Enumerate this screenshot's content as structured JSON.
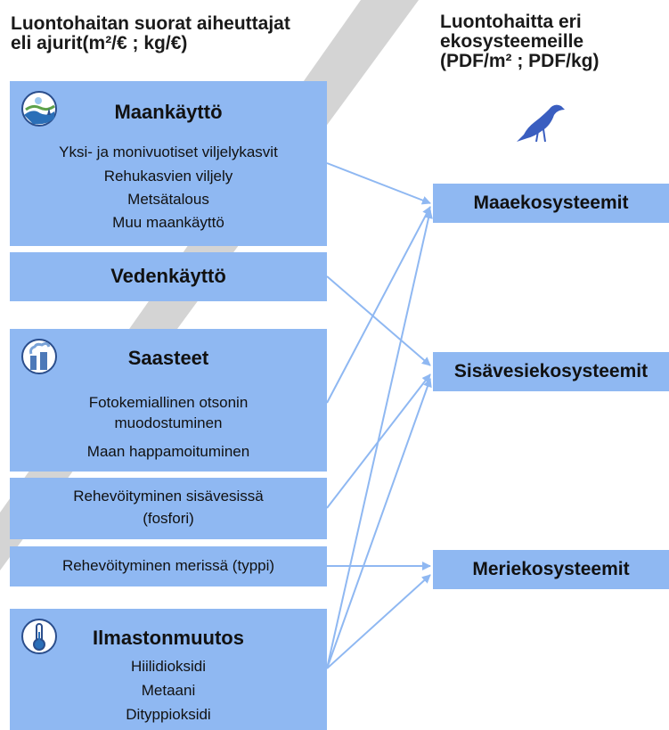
{
  "header_left": {
    "line1": "Luontohaitan suorat aiheuttajat",
    "line2": "eli ajurit(m²/€ ; kg/€)"
  },
  "header_right": {
    "line1": "Luontohaitta eri",
    "line2": "ekosysteemeille",
    "line3": "(PDF/m² ; PDF/kg)"
  },
  "drivers": {
    "land_use": {
      "title": "Maankäyttö",
      "items": [
        "Yksi- ja monivuotiset viljelykasvit",
        "Rehukasvien viljely",
        "Metsätalous",
        "Muu maankäyttö"
      ]
    },
    "water_use": {
      "title": "Vedenkäyttö"
    },
    "pollution": {
      "title": "Saasteet",
      "items": [
        "Fotokemiallinen otsonin",
        "muodostuminen",
        "Maan happamoituminen"
      ]
    },
    "freshwater_eutrophication": {
      "line1": "Rehevöityminen sisävesissä",
      "line2": "(fosfori)"
    },
    "marine_eutrophication": {
      "label": "Rehevöityminen merissä (typpi)"
    },
    "climate_change": {
      "title": "Ilmastonmuutos",
      "items": [
        "Hiilidioksidi",
        "Metaani",
        "Dityppioksidi"
      ]
    }
  },
  "ecosystems": {
    "terrestrial": "Maaekosysteemit",
    "freshwater": "Sisävesiekosysteemit",
    "marine": "Meriekosysteemit"
  },
  "icons": {
    "land_use": "landscape-icon",
    "pollution": "factory-smoke-icon",
    "climate_change": "thermometer-icon",
    "species": "bird-icon"
  },
  "colors": {
    "box": "#8fb8f2",
    "arrow": "#8fb8f2",
    "bird": "#3a5ec0",
    "watermark": "#c9c9c9"
  }
}
